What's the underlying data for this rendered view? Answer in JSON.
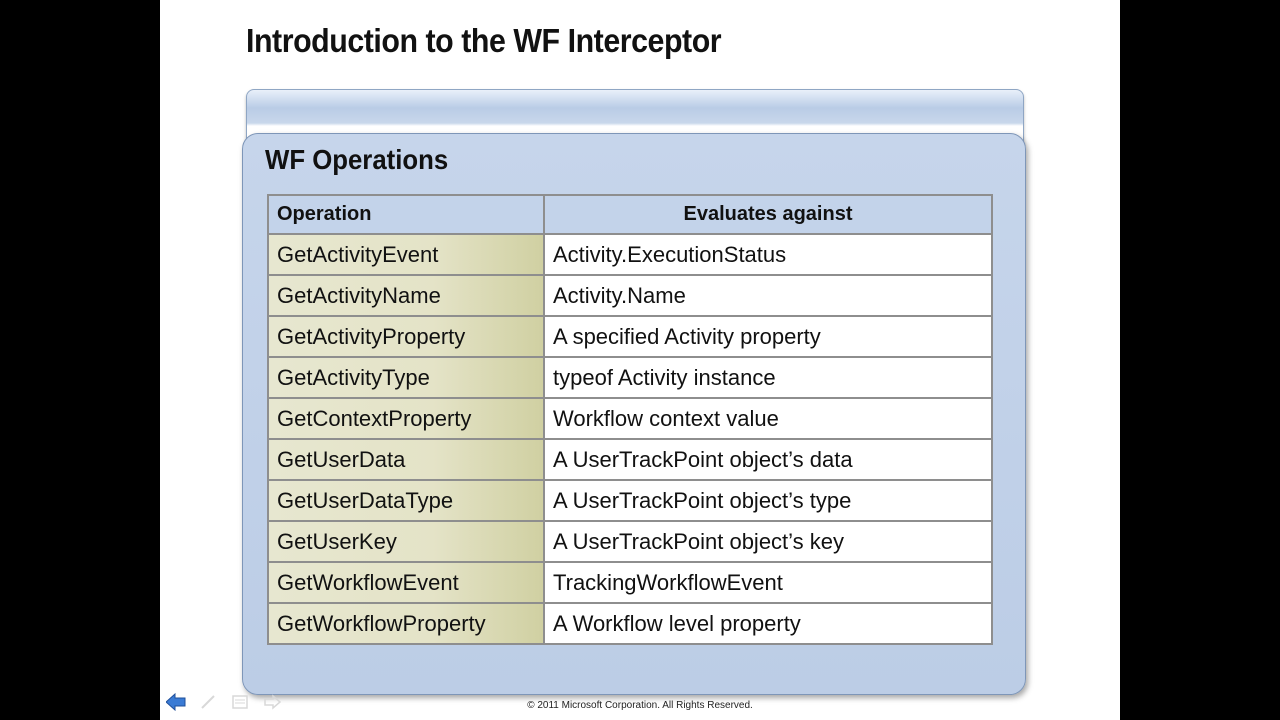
{
  "slide": {
    "title": "Introduction to the WF Interceptor",
    "panel_title": "WF Operations",
    "copyright": "© 2011 Microsoft Corporation. All Rights Reserved."
  },
  "table": {
    "headers": [
      "Operation",
      "Evaluates against"
    ],
    "rows": [
      {
        "operation": "GetActivityEvent",
        "evaluates": "Activity.ExecutionStatus"
      },
      {
        "operation": "GetActivityName",
        "evaluates": "Activity.Name"
      },
      {
        "operation": "GetActivityProperty",
        "evaluates": "A specified Activity property"
      },
      {
        "operation": "GetActivityType",
        "evaluates": "typeof Activity instance"
      },
      {
        "operation": "GetContextProperty",
        "evaluates": "Workflow context  value"
      },
      {
        "operation": "GetUserData",
        "evaluates": "A UserTrackPoint object’s data"
      },
      {
        "operation": "GetUserDataType",
        "evaluates": "A UserTrackPoint object’s type"
      },
      {
        "operation": "GetUserKey",
        "evaluates": "A UserTrackPoint object’s key"
      },
      {
        "operation": "GetWorkflowEvent",
        "evaluates": "TrackingWorkflowEvent"
      },
      {
        "operation": "GetWorkflowProperty",
        "evaluates": "A Workflow level property"
      }
    ]
  },
  "nav": {
    "icons": [
      "back-arrow-icon",
      "pen-icon",
      "menu-icon",
      "forward-arrow-icon"
    ]
  },
  "colors": {
    "header_fill": "#c3d3ea",
    "operation_cell_fill": "#e4e3c7",
    "panel_fill": "#bccde6",
    "nav_accent": "#3a7bd5"
  }
}
